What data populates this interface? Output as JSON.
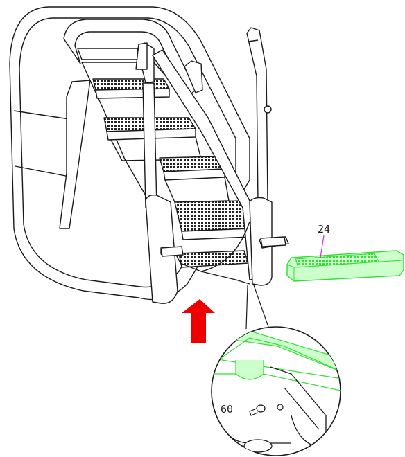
{
  "diagram": {
    "callouts": [
      {
        "id": "24",
        "part": "step"
      },
      {
        "id": "60",
        "part": "pin"
      }
    ],
    "colors": {
      "line": "#1a1a1a",
      "highlight": "#33dd33",
      "highlight_fill": "#ccffcc",
      "leader": "#cc33cc",
      "arrow": "#ee0000",
      "tread": "#222222"
    },
    "icons": {
      "direction": "up-arrow-icon"
    }
  }
}
